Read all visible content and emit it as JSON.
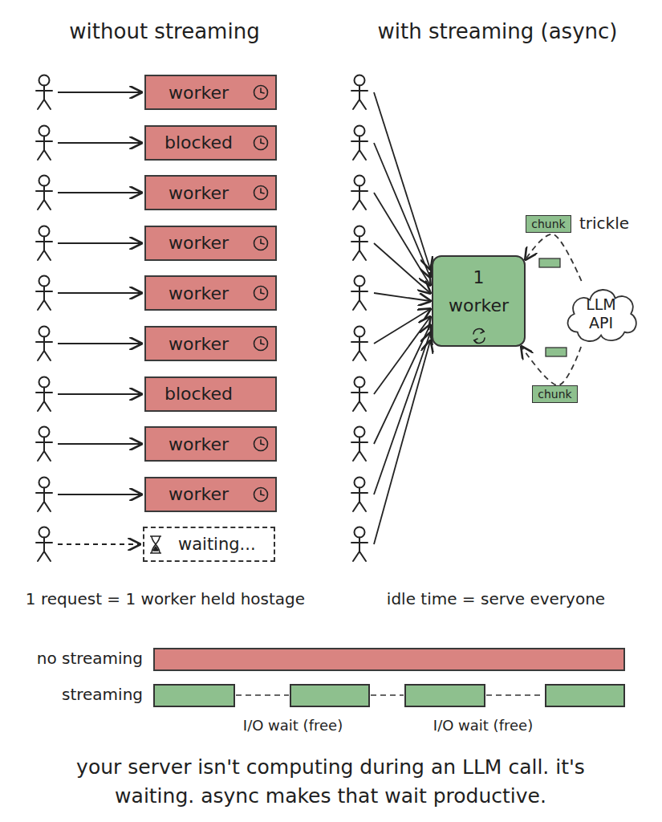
{
  "diagram": {
    "caption": "your server isn't computing during an LLM call. it's waiting. async makes that wait productive.",
    "nodes": [
      {
        "text": [
          "worker"
        ]
      },
      {
        "text": [
          "blocked"
        ]
      },
      {
        "text": [
          "worker"
        ]
      },
      {
        "text": [
          "worker"
        ]
      },
      {
        "text": [
          "worker"
        ]
      },
      {
        "text": [
          "worker"
        ]
      },
      {
        "text": [
          "blocked"
        ]
      },
      {
        "text": [
          "worker"
        ]
      },
      {
        "text": [
          "worker"
        ]
      },
      {
        "text": [
          "waiting..."
        ]
      },
      {
        "text": [
          "1 worker"
        ]
      },
      {
        "text": [
          "LLM API"
        ]
      },
      {
        "text": [
          "chunk"
        ]
      },
      {
        "text": [
          "chunk"
        ]
      }
    ],
    "edges": [
      {
        "from": 11,
        "to": 10,
        "arrow": "to"
      },
      {
        "from": 11,
        "to": 10,
        "arrow": "to"
      }
    ],
    "labels": [
      "without streaming",
      "with streaming (async)",
      "trickle",
      "1 request = 1 worker held hostage",
      "idle time = serve everyone",
      "no streaming",
      "streaming",
      "I/O wait (free)",
      "I/O wait (free)"
    ]
  }
}
